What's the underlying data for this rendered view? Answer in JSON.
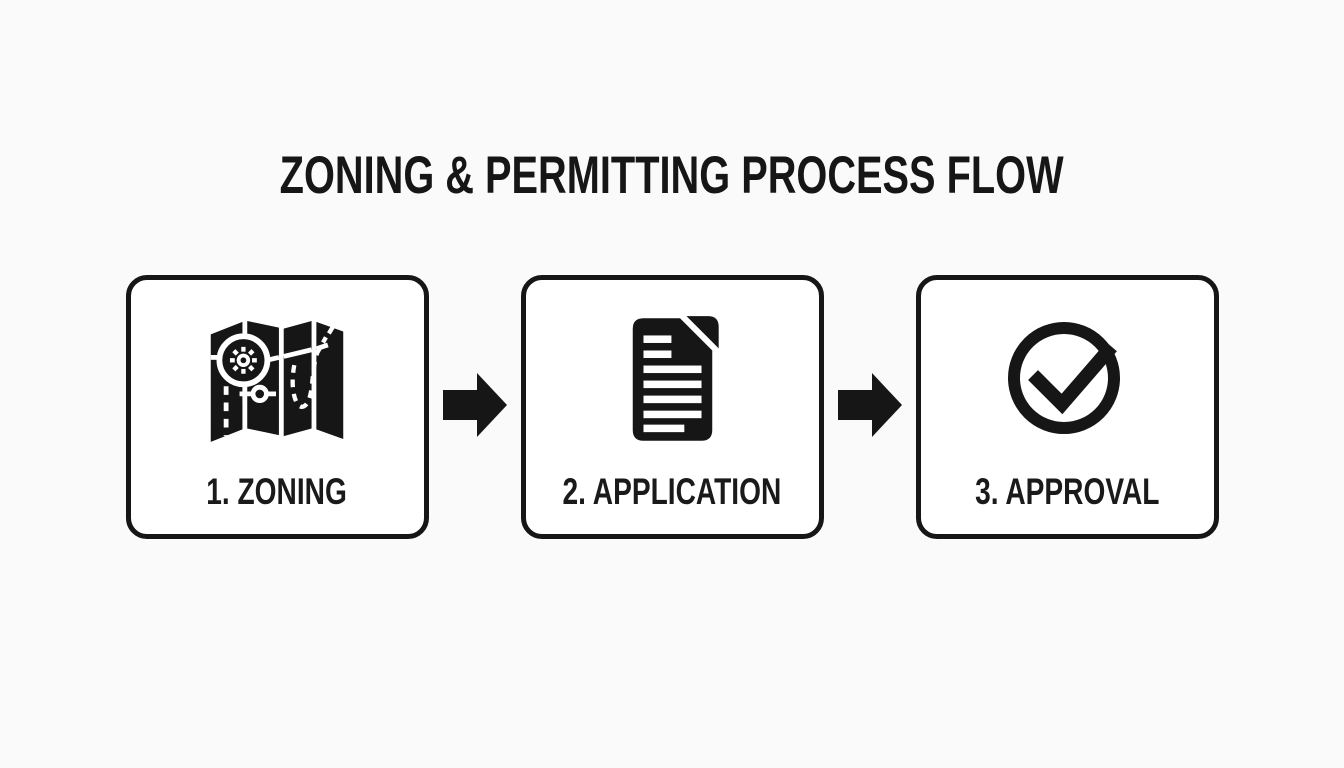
{
  "title": "ZONING & PERMITTING PROCESS FLOW",
  "steps": [
    {
      "label": "1. ZONING",
      "icon": "map-icon"
    },
    {
      "label": "2. APPLICATION",
      "icon": "document-icon"
    },
    {
      "label": "3. APPROVAL",
      "icon": "check-circle-icon"
    }
  ],
  "connectors": [
    {
      "icon": "arrow-right-icon"
    },
    {
      "icon": "arrow-right-icon"
    }
  ],
  "colors": {
    "background": "#fafafa",
    "card_background": "#ffffff",
    "ink": "#161616"
  }
}
